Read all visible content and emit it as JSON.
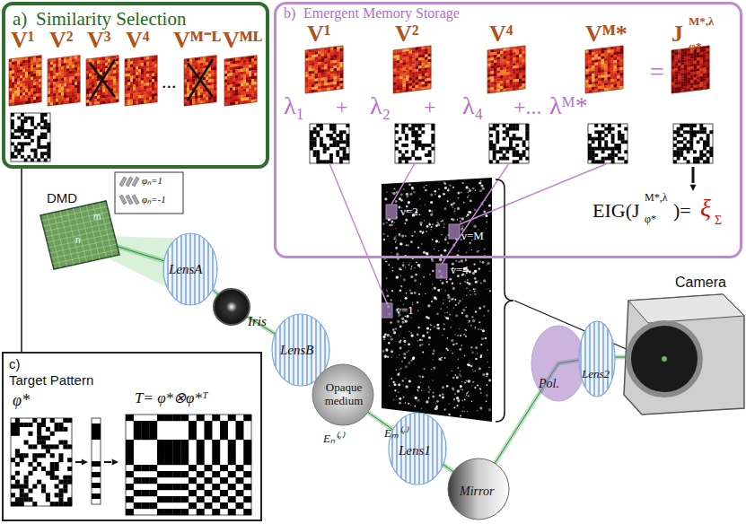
{
  "diagram": {
    "nodes": [
      {
        "text": [
          "a)",
          "Similarity Selection"
        ]
      },
      {
        "text": [
          "b)",
          "Emergent Memory Storage"
        ]
      },
      {
        "text": [
          "c)",
          "Target Pattern"
        ]
      }
    ],
    "edges": [
      {
        "from": 2,
        "to": 0,
        "arrow": "none"
      }
    ],
    "labels": [
      "V¹",
      "V²",
      "V³",
      "V⁴",
      "...",
      "Vᴹ⁻ᴸ",
      "Vᴹᴸ",
      "V¹",
      "V²",
      "V⁴",
      "Vᴹ*",
      "J",
      "M*,λ",
      "φ*",
      "λ₁",
      "+",
      "λ₂",
      "+",
      "λ₄",
      "+...",
      "λᴹ*",
      "=",
      "EIG(J",
      "M*,λ",
      "φ*",
      ")=",
      "ξ",
      "Σ",
      "ν=2.",
      "ν=1",
      "ν=4",
      "ν=M",
      "DMD",
      "φₙ=1",
      "φₙ=-1",
      "m",
      "n",
      "LensA",
      "Iris",
      "LensB",
      "Opaque medium",
      "Eₘ⁽ᵛ⁾",
      "Eₙ⁽ᵛ⁾",
      "Lens1",
      "Mirror",
      "Pol.",
      "Lens2",
      "Camera",
      "φ*",
      "T= φ*⊗φ*ᵀ"
    ]
  }
}
